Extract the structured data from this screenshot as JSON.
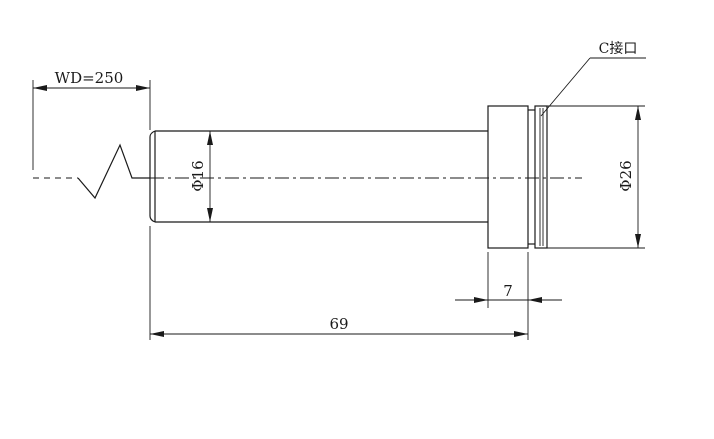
{
  "labels": {
    "working_distance": "WD=250",
    "total_length": "69",
    "flange_width": "7",
    "tube_diameter": "Φ16",
    "flange_diameter": "Φ26",
    "mount": "C接口"
  }
}
